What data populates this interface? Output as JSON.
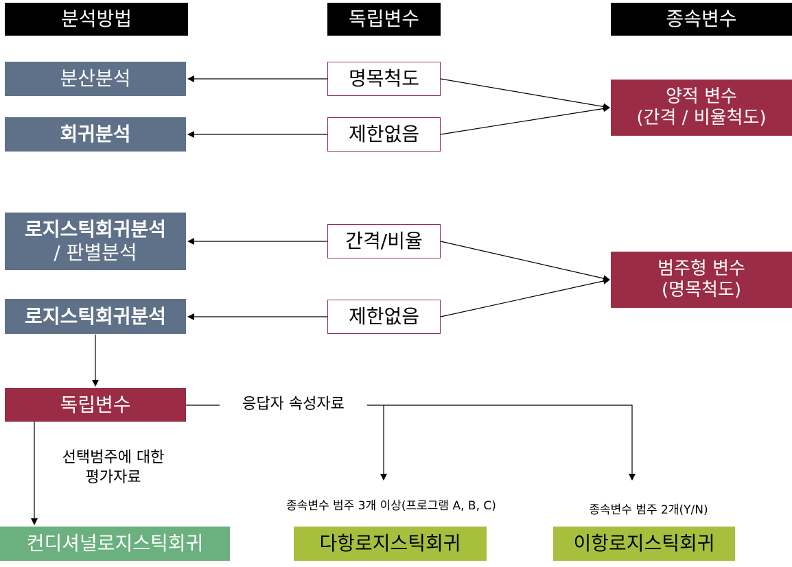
{
  "headers": {
    "method": "분석방법",
    "independent": "독립변수",
    "dependent": "종속변수"
  },
  "methods": {
    "anova": "분산분석",
    "regression": "회귀분석",
    "logistic_discriminant_line1": "로지스틱회귀분석",
    "logistic_discriminant_line2": "/ 판별분석",
    "logistic": "로지스틱회귀분석"
  },
  "independent": {
    "nominal": "명목척도",
    "unrestricted_1": "제한없음",
    "interval_ratio": "간격/비율",
    "unrestricted_2": "제한없음",
    "indep_var": "독립변수"
  },
  "dependent": {
    "quantitative_line1": "양적 변수",
    "quantitative_line2": "(간격 / 비율척도)",
    "categorical_line1": "범주형 변수",
    "categorical_line2": "(명목척도)"
  },
  "labels": {
    "respondent_attr": "응답자 속성자료",
    "choice_eval_line1": "선택범주에 대한",
    "choice_eval_line2": "평가자료",
    "multi_category": "종속변수 범주 3개 이상(프로그램 A, B, C)",
    "two_category": "종속변수 범주 2개(Y/N)"
  },
  "results": {
    "conditional": "컨디셔널로지스틱회귀",
    "multinomial": "다항로지스틱회귀",
    "binary": "이항로지스틱회귀"
  },
  "colors": {
    "header": "#000000",
    "method_box": "#5f7189",
    "accent": "#9b2c45",
    "conditional": "#6bb07f",
    "logit_result": "#a8bf3e"
  }
}
